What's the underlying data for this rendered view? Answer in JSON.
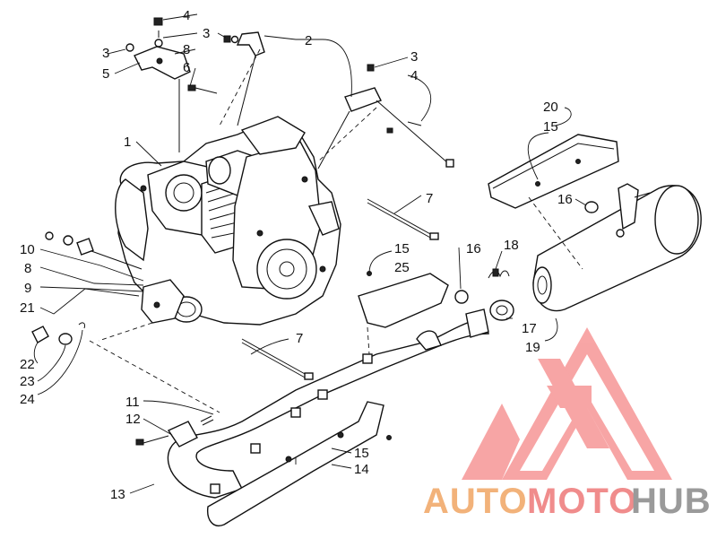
{
  "callouts": [
    {
      "id": "c-4a",
      "text": "4"
    },
    {
      "id": "c-3a",
      "text": "3"
    },
    {
      "id": "c-8a",
      "text": "8"
    },
    {
      "id": "c-6",
      "text": "6"
    },
    {
      "id": "c-3b",
      "text": "3"
    },
    {
      "id": "c-5",
      "text": "5"
    },
    {
      "id": "c-2",
      "text": "2"
    },
    {
      "id": "c-3c",
      "text": "3"
    },
    {
      "id": "c-4b",
      "text": "4"
    },
    {
      "id": "c-1",
      "text": "1"
    },
    {
      "id": "c-20",
      "text": "20"
    },
    {
      "id": "c-15a",
      "text": "15"
    },
    {
      "id": "c-16a",
      "text": "16"
    },
    {
      "id": "c-7a",
      "text": "7"
    },
    {
      "id": "c-10",
      "text": "10"
    },
    {
      "id": "c-8b",
      "text": "8"
    },
    {
      "id": "c-9",
      "text": "9"
    },
    {
      "id": "c-21",
      "text": "21"
    },
    {
      "id": "c-15b",
      "text": "15"
    },
    {
      "id": "c-25",
      "text": "25"
    },
    {
      "id": "c-16b",
      "text": "16"
    },
    {
      "id": "c-18",
      "text": "18"
    },
    {
      "id": "c-22",
      "text": "22"
    },
    {
      "id": "c-23",
      "text": "23"
    },
    {
      "id": "c-24",
      "text": "24"
    },
    {
      "id": "c-7b",
      "text": "7"
    },
    {
      "id": "c-17",
      "text": "17"
    },
    {
      "id": "c-19",
      "text": "19"
    },
    {
      "id": "c-11",
      "text": "11"
    },
    {
      "id": "c-12",
      "text": "12"
    },
    {
      "id": "c-15c",
      "text": "15"
    },
    {
      "id": "c-14",
      "text": "14"
    },
    {
      "id": "c-13",
      "text": "13"
    }
  ],
  "watermark": {
    "part1": "AUTO",
    "part2": "MOTO",
    "part3": "HUB",
    "color1": "#f2b27a",
    "color2": "#f08c8c",
    "color3": "#9a9a9a",
    "logo_color": "#f25c5c"
  }
}
